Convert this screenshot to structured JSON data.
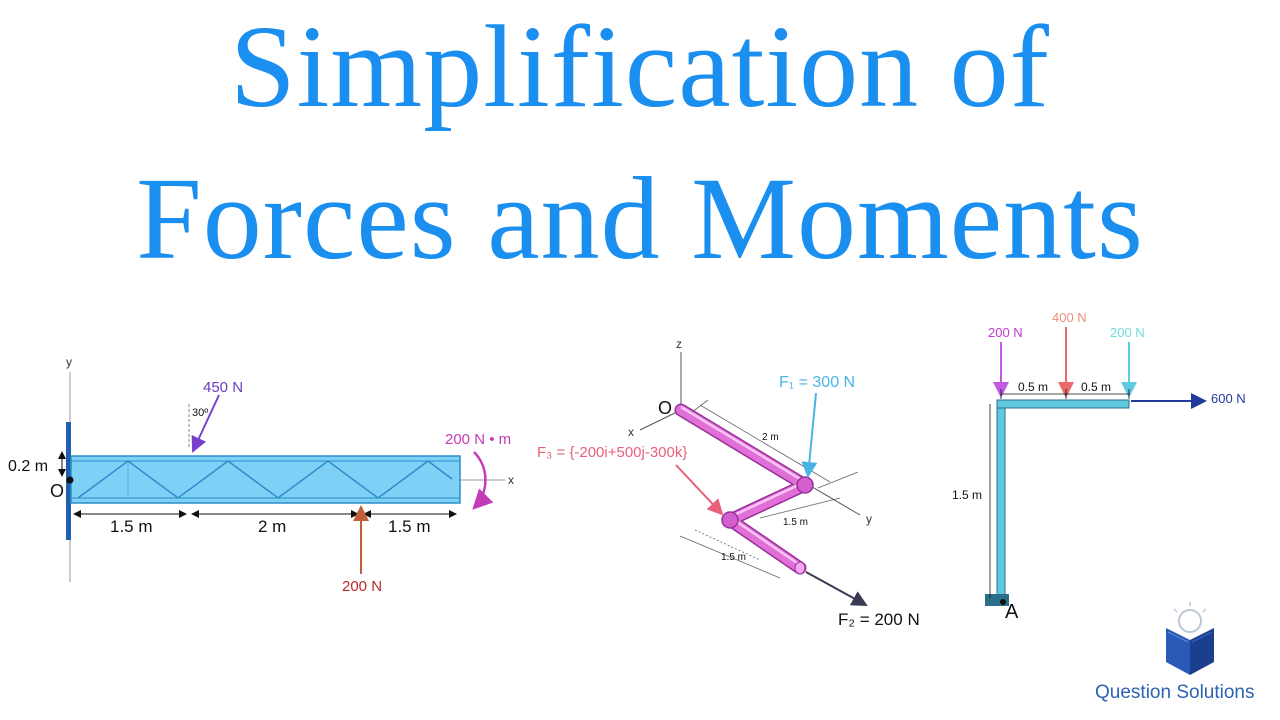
{
  "title": {
    "line1": "Simplification of",
    "line2": "Forces and Moments"
  },
  "diagram_beam": {
    "axis_y": "y",
    "axis_x": "x",
    "origin": "O",
    "height_label": "0.2 m",
    "force_top": "450 N",
    "angle": "30º",
    "moment": "200 N • m",
    "spans": [
      "1.5 m",
      "2 m",
      "1.5 m"
    ],
    "force_bottom": "200 N"
  },
  "diagram_pipe": {
    "axis_z": "z",
    "axis_x": "x",
    "axis_y": "y",
    "origin": "O",
    "f1": "F₁ = 300 N",
    "f2": "F₂ = 200 N",
    "f3": "F₃ = {-200i+500j-300k}",
    "dim_2m": "2 m",
    "dim_1_5m_a": "1.5 m",
    "dim_1_5m_b": "1.5 m"
  },
  "diagram_frame": {
    "f_left": "200 N",
    "f_mid": "400 N",
    "f_right": "200 N",
    "f_horizontal": "600 N",
    "seg_1": "0.5 m",
    "seg_2": "0.5 m",
    "height": "1.5 m",
    "point": "A"
  },
  "brand": {
    "name": "Question Solutions"
  },
  "colors": {
    "title": "#1a8ff0",
    "beam_fill": "#7fd0f7",
    "pipe": "#e070d8",
    "force_purple": "#7b3fd0",
    "force_magenta": "#c43bb8",
    "force_red": "#b52a2a",
    "force_pink": "#e8607a",
    "force_cyan": "#4ab3e6",
    "force_navy": "#233a9b"
  },
  "icons": [
    "lightbulb-book-logo-icon"
  ]
}
